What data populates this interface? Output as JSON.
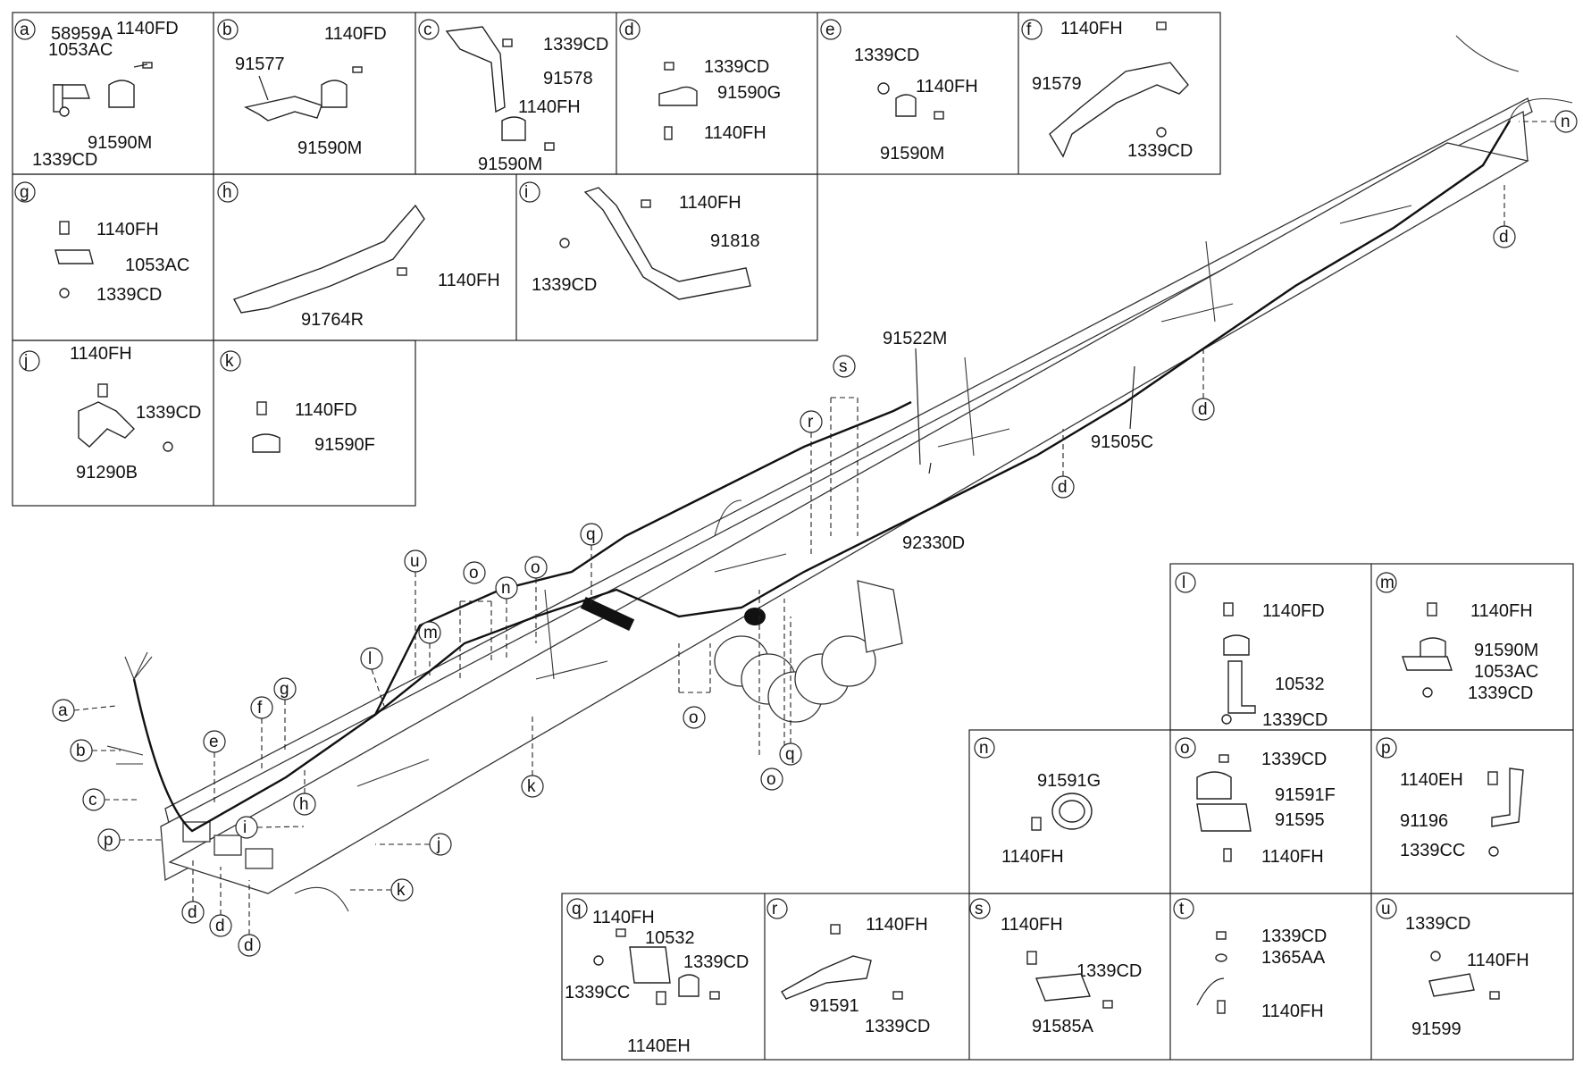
{
  "panels": {
    "a": {
      "letter": "a",
      "parts": [
        "58959A",
        "1140FD",
        "1053AC",
        "91590M",
        "1339CD"
      ]
    },
    "b": {
      "letter": "b",
      "parts": [
        "1140FD",
        "91577",
        "91590M"
      ]
    },
    "c": {
      "letter": "c",
      "parts": [
        "1339CD",
        "91578",
        "1140FH",
        "91590M"
      ]
    },
    "d": {
      "letter": "d",
      "parts": [
        "1339CD",
        "91590G",
        "1140FH"
      ]
    },
    "e": {
      "letter": "e",
      "parts": [
        "1339CD",
        "1140FH",
        "91590M"
      ]
    },
    "f": {
      "letter": "f",
      "parts": [
        "1140FH",
        "91579",
        "1339CD"
      ]
    },
    "g": {
      "letter": "g",
      "parts": [
        "1140FH",
        "1053AC",
        "1339CD"
      ]
    },
    "h": {
      "letter": "h",
      "parts": [
        "1140FH",
        "91764R"
      ]
    },
    "i": {
      "letter": "i",
      "parts": [
        "1140FH",
        "91818",
        "1339CD"
      ]
    },
    "j": {
      "letter": "j",
      "parts": [
        "1140FH",
        "1339CD",
        "91290B"
      ]
    },
    "k": {
      "letter": "k",
      "parts": [
        "1140FD",
        "91590F"
      ]
    },
    "l": {
      "letter": "l",
      "parts": [
        "1140FD",
        "10532",
        "1339CD"
      ]
    },
    "m": {
      "letter": "m",
      "parts": [
        "1140FH",
        "91590M",
        "1053AC",
        "1339CD"
      ]
    },
    "n": {
      "letter": "n",
      "parts": [
        "91591G",
        "1140FH"
      ]
    },
    "o": {
      "letter": "o",
      "parts": [
        "1339CD",
        "91591F",
        "91595",
        "1140FH"
      ]
    },
    "p": {
      "letter": "p",
      "parts": [
        "1140EH",
        "91196",
        "1339CC"
      ]
    },
    "q": {
      "letter": "q",
      "parts": [
        "1140FH",
        "10532",
        "1339CD",
        "1339CC",
        "1140EH"
      ]
    },
    "r": {
      "letter": "r",
      "parts": [
        "1140FH",
        "91591",
        "1339CD"
      ]
    },
    "s": {
      "letter": "s",
      "parts": [
        "1140FH",
        "1339CD",
        "91585A"
      ]
    },
    "t": {
      "letter": "t",
      "parts": [
        "1339CD",
        "1365AA",
        "1140FH"
      ]
    },
    "u": {
      "letter": "u",
      "parts": [
        "1339CD",
        "1140FH",
        "91599"
      ]
    }
  },
  "main": {
    "parts": [
      "91522M",
      "92330D",
      "91505C"
    ],
    "callouts": [
      "a",
      "b",
      "c",
      "p",
      "d",
      "d",
      "d",
      "e",
      "f",
      "g",
      "h",
      "i",
      "j",
      "k",
      "l",
      "m",
      "u",
      "o",
      "n",
      "o",
      "q",
      "o",
      "o",
      "q",
      "r",
      "s",
      "k",
      "d",
      "d",
      "d",
      "n"
    ]
  }
}
